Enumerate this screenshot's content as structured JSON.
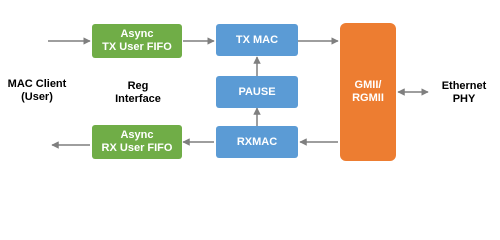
{
  "blocks": {
    "async_tx": "Async\nTX User FIFO",
    "async_rx": "Async\nRX User FIFO",
    "tx_mac": "TX MAC",
    "pause": "PAUSE",
    "rxmac": "RXMAC",
    "gmii": "GMII/\nRGMII",
    "reg_interface": "Reg\nInterface"
  },
  "external": {
    "mac_client": "MAC Client\n(User)",
    "ethernet_phy": "Ethernet\nPHY"
  },
  "colors": {
    "fifo": "#70ad47",
    "mac": "#5b9bd5",
    "gmii": "#ed7d31",
    "wire": "#7f7f7f"
  }
}
